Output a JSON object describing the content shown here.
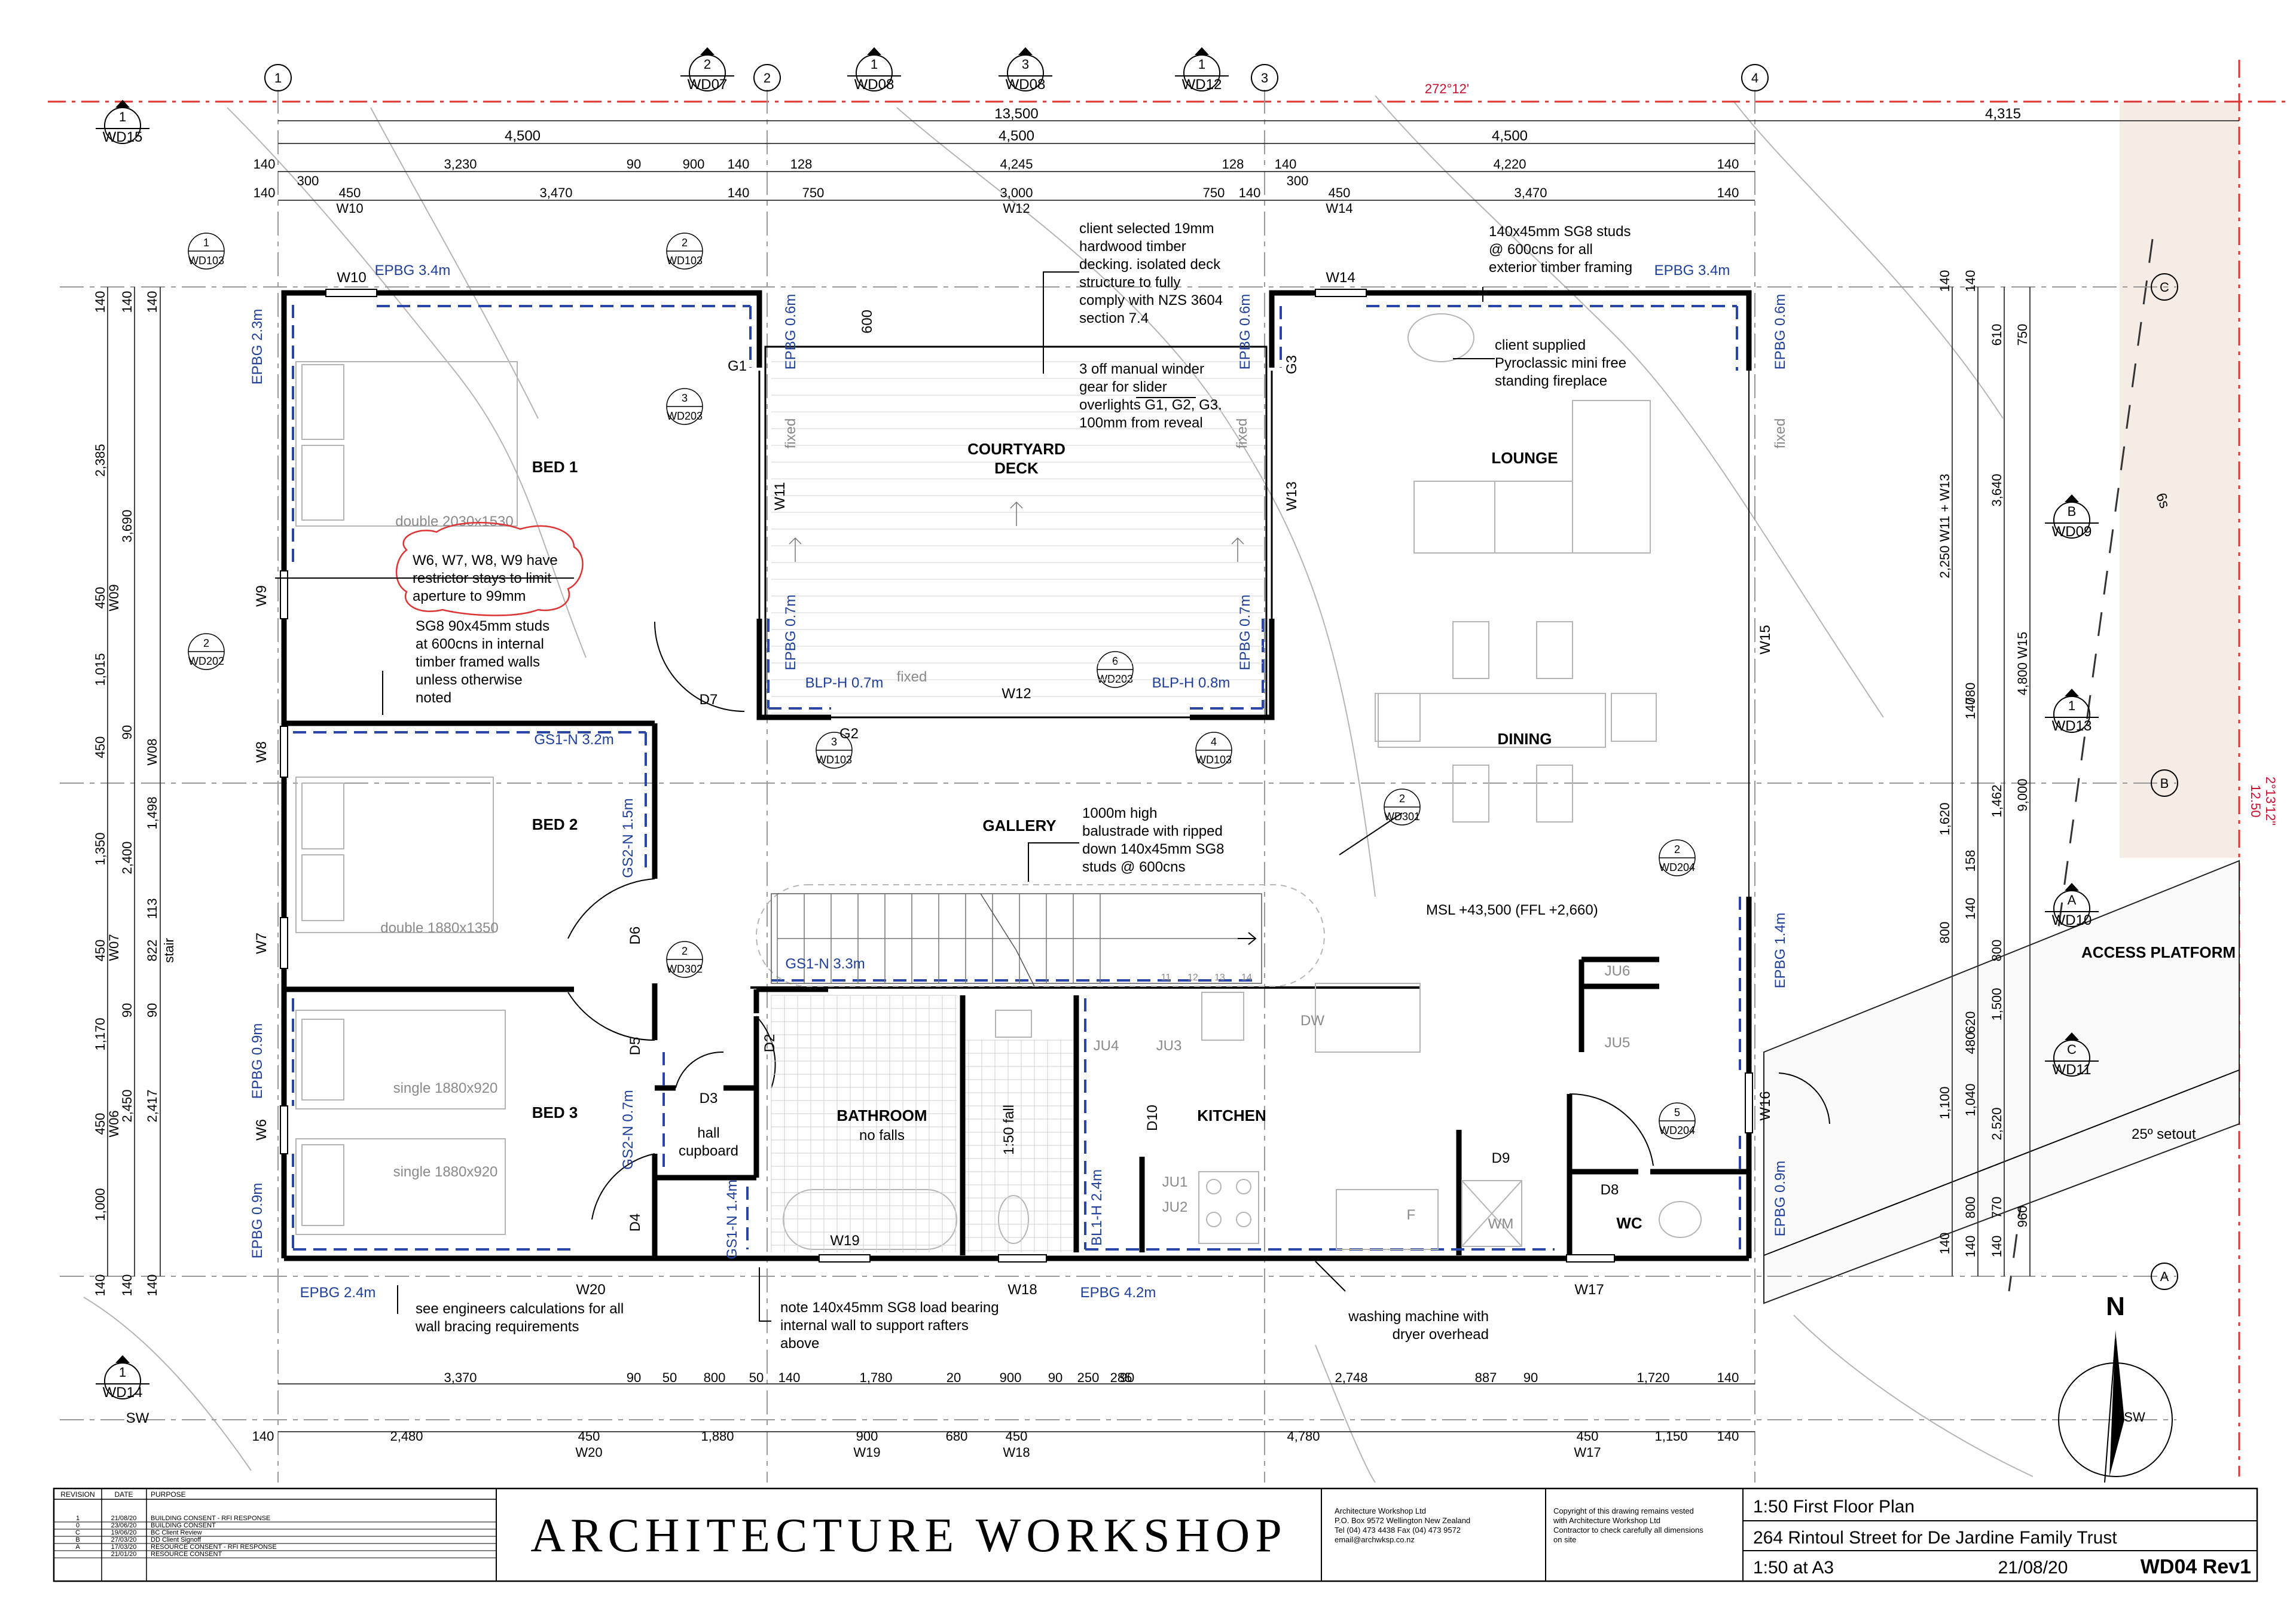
{
  "drawing": {
    "grid_columns": [
      "1",
      "2",
      "3",
      "4"
    ],
    "grid_rows": [
      "C",
      "B",
      "A"
    ],
    "boundary_bearing_top": "272°12'",
    "boundary_bearing_right": "2°13'12\"",
    "boundary_length_right": "12.50",
    "section_refs": [
      {
        "num": "1",
        "sheet": "WD15"
      },
      {
        "num": "2",
        "sheet": "WD07"
      },
      {
        "num": "1",
        "sheet": "WD08"
      },
      {
        "num": "3",
        "sheet": "WD08"
      },
      {
        "num": "1",
        "sheet": "WD12"
      },
      {
        "num": "B",
        "sheet": "WD09"
      },
      {
        "num": "1",
        "sheet": "WD13"
      },
      {
        "num": "A",
        "sheet": "WD10"
      },
      {
        "num": "C",
        "sheet": "WD11"
      },
      {
        "num": "1",
        "sheet": "WD14"
      }
    ],
    "detail_refs": [
      {
        "num": "1",
        "sheet": "WD103"
      },
      {
        "num": "2",
        "sheet": "WD103"
      },
      {
        "num": "3",
        "sheet": "WD203"
      },
      {
        "num": "2",
        "sheet": "WD202"
      },
      {
        "num": "3",
        "sheet": "WD103"
      },
      {
        "num": "4",
        "sheet": "WD103"
      },
      {
        "num": "6",
        "sheet": "WD203"
      },
      {
        "num": "2",
        "sheet": "WD301"
      },
      {
        "num": "2",
        "sheet": "WD302"
      },
      {
        "num": "2",
        "sheet": "WD204"
      },
      {
        "num": "5",
        "sheet": "WD204"
      }
    ],
    "top_dims": {
      "overall": "13,500",
      "right_overall": "4,315",
      "row1": [
        "4,500",
        "4,500",
        "4,500"
      ],
      "row2": [
        "140",
        "3,230",
        "90",
        "900",
        "140",
        "128",
        "4,245",
        "128",
        "140",
        "4,220",
        "140"
      ],
      "row3": [
        "140",
        "300",
        "450",
        "3,470",
        "140",
        "750",
        "3,000",
        "750",
        "140",
        "300",
        "450",
        "3,470",
        "140"
      ],
      "row3_tags": [
        "W10",
        "W12",
        "W14"
      ]
    },
    "left_dims": {
      "outer": [
        "140",
        "2,385",
        "450",
        "1,015",
        "450",
        "1,350",
        "450",
        "1,170",
        "450",
        "1,000",
        "140"
      ],
      "mid": [
        "140",
        "3,690",
        "W09",
        "90",
        "2,400",
        "W07",
        "90",
        "2,450",
        "W06",
        "140"
      ],
      "inner": [
        "140",
        "W08",
        "1,498",
        "113",
        "822",
        "stair",
        "90",
        "2,417",
        "140"
      ]
    },
    "right_dims": {
      "a": [
        "140",
        "2,250 W11 + W13",
        "1,620",
        "800",
        "1,100",
        "140"
      ],
      "b": [
        "140",
        "780",
        "140",
        "158",
        "140",
        "620",
        "480",
        "1,040",
        "800",
        "140"
      ],
      "c": [
        "610",
        "3,640",
        "1,462",
        "800",
        "1,500",
        "2,520",
        "770",
        "140"
      ],
      "d": [
        "750",
        "4,800 W15",
        "9,000",
        "960"
      ]
    },
    "bottom_dims": {
      "row1": [
        "3,370",
        "90",
        "50",
        "800",
        "50",
        "140",
        "1,780",
        "20",
        "900",
        "90",
        "250",
        "285",
        "90",
        "2,748",
        "887",
        "90",
        "1,720",
        "140"
      ],
      "row2": [
        "140",
        "2,480",
        "450",
        "1,880",
        "900",
        "680",
        "450",
        "4,780",
        "450",
        "1,150",
        "140"
      ],
      "row2_tags": [
        "W20",
        "W19",
        "W18",
        "W17"
      ]
    },
    "bottom_left_tag": "SW",
    "rooms": {
      "bed1": "BED 1",
      "bed2": "BED 2",
      "bed3": "BED 3",
      "courtyard_deck": "COURTYARD\nDECK",
      "lounge": "LOUNGE",
      "dining": "DINING",
      "gallery": "GALLERY",
      "bathroom": "BATHROOM",
      "bathroom_note": "no falls",
      "kitchen": "KITCHEN",
      "wc": "WC",
      "hall_cupboard": "hall\ncupboard",
      "access_platform": "ACCESS PLATFORM"
    },
    "furniture": {
      "bed1": "double 2030x1530",
      "bed2": "double 1880x1350",
      "bed3a": "single 1880x920",
      "bed3b": "single 1880x920",
      "dw": "DW",
      "wm": "WM",
      "f": "F"
    },
    "openings": {
      "windows": [
        "W10",
        "W14",
        "W9",
        "W8",
        "W7",
        "W6",
        "W11",
        "W13",
        "W12",
        "W15",
        "W16",
        "W17",
        "W18",
        "W19",
        "W20"
      ],
      "doors": [
        "D7",
        "D6",
        "D5",
        "D4",
        "D3",
        "D2",
        "D10",
        "D9",
        "D8"
      ],
      "glazing": [
        "G1",
        "G2",
        "G3"
      ],
      "fixed": [
        "fixed",
        "fixed",
        "fixed",
        "fixed"
      ]
    },
    "units": [
      "JU6",
      "JU5",
      "JU4",
      "JU3",
      "JU1",
      "JU2"
    ],
    "stair_numbers": [
      "11",
      "12",
      "13",
      "14"
    ],
    "fall_note": "1:50 fall",
    "bracing": {
      "epbg_top_l": "EPBG 3.4m",
      "epbg_top_r": "EPBG 3.4m",
      "epbg_left_1": "EPBG 2.3m",
      "epbg_06_a": "EPBG 0.6m",
      "epbg_06_b": "EPBG 0.6m",
      "epbg_06_c": "EPBG 0.6m",
      "epbg_07_a": "EPBG 0.7m",
      "epbg_07_b": "EPBG 0.7m",
      "blph_07": "BLP-H 0.7m",
      "blph_08": "BLP-H 0.8m",
      "gs1n_32": "GS1-N 3.2m",
      "gs2n_15": "GS2-N 1.5m",
      "gs1n_33": "GS1-N 3.3m",
      "gs2n_07": "GS2-N 0.7m",
      "gs1n_14": "GS1-N 1.4m",
      "epbg_09_a": "EPBG 0.9m",
      "epbg_09_b": "EPBG 0.9m",
      "epbg_09_c": "EPBG 0.9m",
      "epbg_14": "EPBG 1.4m",
      "epbg_24": "EPBG 2.4m",
      "epbg_42": "EPBG 4.2m",
      "bl1h_24": "BL1-H 2.4m"
    },
    "notes": {
      "decking": "client selected 19mm\nhardwood timber\ndecking. isolated deck\nstructure to fully\ncomply with NZS 3604\nsection 7.4",
      "winder": "3 off manual winder\ngear for slider\noverlights G1, G2, G3.\n100mm from reveal",
      "studs_ext": "140x45mm SG8 studs\n@ 600cns for all\nexterior timber framing",
      "fireplace": "client supplied\nPyroclassic mini free\nstanding fireplace",
      "restrictor": "W6, W7, W8, W9 have\nrestrictor stays to limit\naperture to 99mm",
      "studs_int": "SG8 90x45mm studs\nat 600cns in internal\ntimber framed walls\nunless otherwise\nnoted",
      "balustrade": "1000m high\nbalustrade with ripped\ndown 140x45mm SG8\nstuds @ 600cns",
      "msl": "MSL +43,500 (FFL +2,660)",
      "engineers": "see engineers calculations for all\nwall bracing requirements",
      "load_bearing": "note 140x45mm SG8 load bearing\ninternal wall to support rafters\nabove",
      "washing": "washing machine with\ndryer overhead",
      "setout": "25º setout",
      "dim_600": "600",
      "angle_note": "6s"
    },
    "compass": {
      "north": "N",
      "label": "SW"
    }
  },
  "title_block": {
    "revision_headers": [
      "REVISION",
      "DATE",
      "PURPOSE"
    ],
    "revisions": [
      {
        "rev": "1",
        "date": "21/08/20",
        "purpose": "BUILDING CONSENT - RFI RESPONSE"
      },
      {
        "rev": "0",
        "date": "23/06/20",
        "purpose": "BUILDING CONSENT"
      },
      {
        "rev": "C",
        "date": "19/06/20",
        "purpose": "BC Client Review"
      },
      {
        "rev": "B",
        "date": "27/03/20",
        "purpose": "DD Client Signoff"
      },
      {
        "rev": "A",
        "date": "17/03/20",
        "purpose": "RESOURCE CONSENT - RFI RESPONSE"
      },
      {
        "rev": "",
        "date": "21/01/20",
        "purpose": "RESOURCE CONSENT"
      }
    ],
    "firm": "ARCHITECTURE WORKSHOP",
    "firm_contact": [
      "Architecture Workshop Ltd",
      "P.O. Box 9572 Wellington New Zealand",
      "Tel (04) 473 4438  Fax (04) 473 9572",
      "email@archwksp.co.nz"
    ],
    "copyright": [
      "Copyright of this drawing remains vested",
      "with Architecture Workshop Ltd",
      "Contractor to check carefully all dimensions",
      "on site"
    ],
    "sheet_title": "1:50 First Floor Plan",
    "project": "264 Rintoul Street for De Jardine Family Trust",
    "scale": "1:50 at A3",
    "date": "21/08/20",
    "sheet_no": "WD04 Rev1"
  }
}
